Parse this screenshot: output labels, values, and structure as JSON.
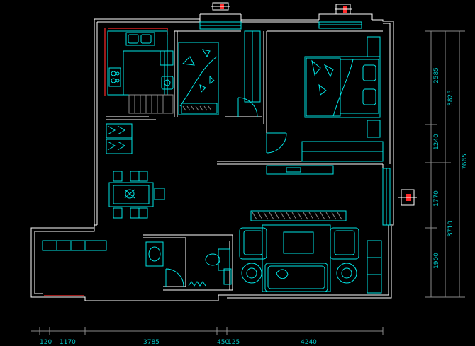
{
  "colors": {
    "background": "#000000",
    "wall": "#ffffff",
    "furniture": "#00e5e5",
    "accent": "#ff2a2a",
    "dimension": "#00c8c8"
  },
  "dimensions": {
    "bottom": [
      "120",
      "1170",
      "3785",
      "450",
      "125",
      "4240"
    ],
    "right_inner": [
      "2585",
      "1240",
      "1770",
      "1900"
    ],
    "right_outer": [
      "3825",
      "3710"
    ],
    "right_total": [
      "7665"
    ]
  },
  "icons": [
    "window-marker-icon",
    "door-swing-icon",
    "bed-icon",
    "sofa-icon",
    "dining-table-icon",
    "sink-icon",
    "toilet-icon",
    "stove-icon"
  ]
}
